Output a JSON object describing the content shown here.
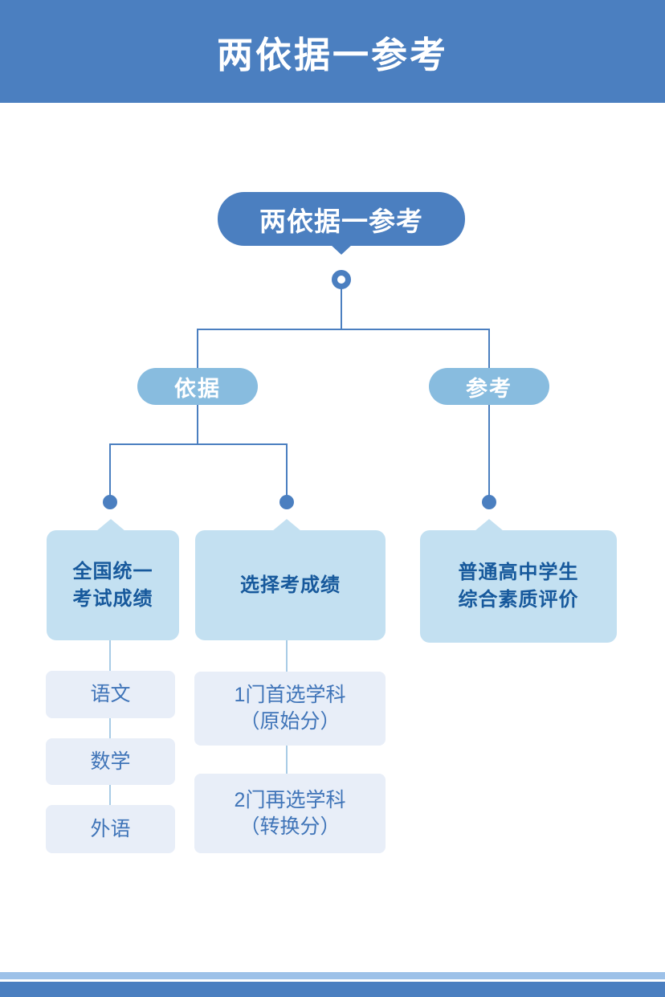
{
  "header": {
    "title": "两依据一参考"
  },
  "diagram": {
    "root_label": "两依据一参考",
    "branches": {
      "basis": "依据",
      "reference": "参考"
    },
    "nodes": {
      "national_exam": {
        "line1": "全国统一",
        "line2": "考试成绩"
      },
      "selective_exam": {
        "line1": "选择考成绩"
      },
      "quality_eval": {
        "line1": "普通高中学生",
        "line2": "综合素质评价"
      }
    },
    "subjects": {
      "chinese": "语文",
      "math": "数学",
      "foreign_language": "外语"
    },
    "selective_items": {
      "first_choice": {
        "line1": "1门首选学科",
        "line2": "（原始分）"
      },
      "second_choice": {
        "line1": "2门再选学科",
        "line2": "（转换分）"
      }
    }
  },
  "colors": {
    "banner_blue": "#4b7fc0",
    "pill_blue": "#88bcdf",
    "mainbox_blue": "#c3e0f1",
    "mainbox_text": "#17599c",
    "subbox_blue": "#e8eef8",
    "subbox_text": "#3f74b8",
    "light_connector": "#a9cce6",
    "footer_stripe_light": "#9dc1e8",
    "footer_stripe_dark": "#4b7fc0",
    "title_text": "#ffffff"
  }
}
